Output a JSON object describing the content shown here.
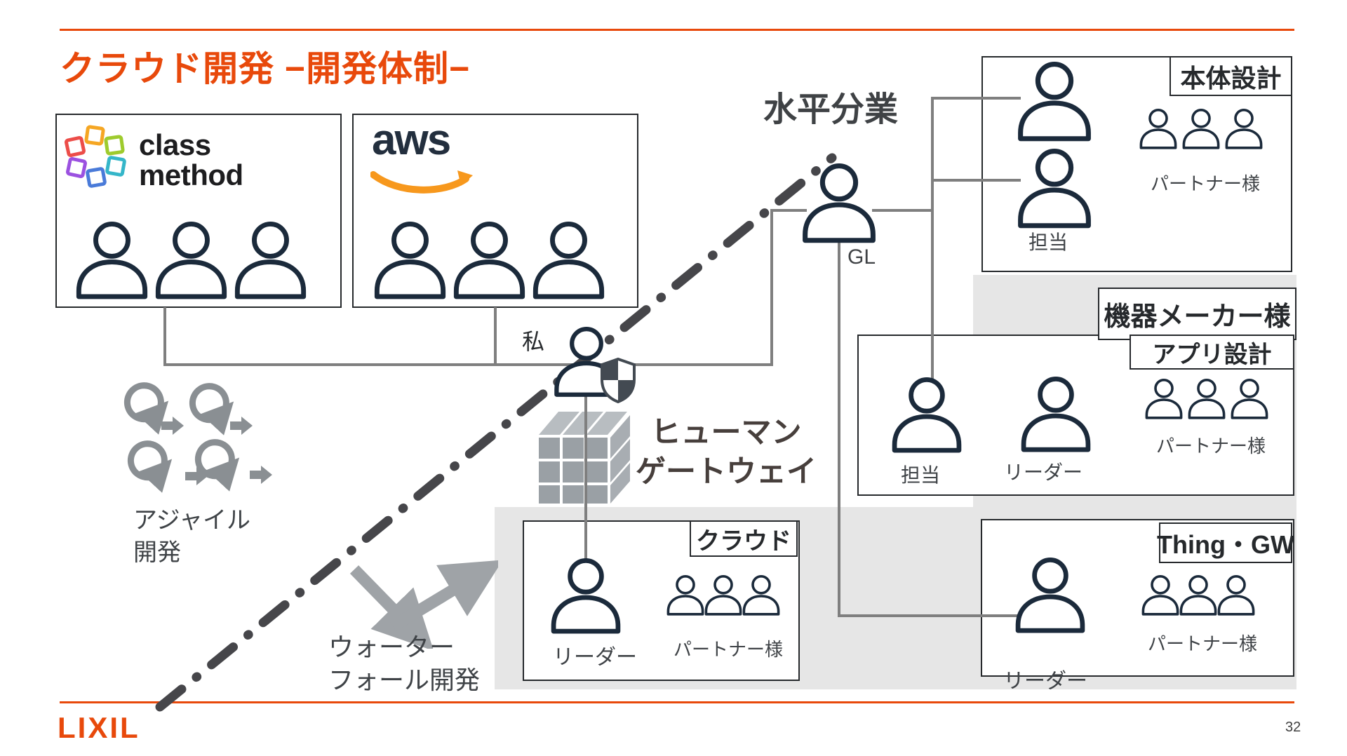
{
  "slide": {
    "title": "クラウド開発 −開発体制−",
    "page_number": "32",
    "brand": "LIXIL"
  },
  "colors": {
    "accent": "#E8490B",
    "person_outline": "#1B2A3B",
    "connector": "#7F7F7F",
    "band": "#E6E6E6",
    "dashed_line": "#46464A",
    "aws_smile": "#F7981D",
    "text_dark": "#3F4347",
    "human_gateway_text": "#473F3C"
  },
  "annotations": {
    "horizontal_division": "水平分業",
    "me": "私",
    "group_leader": "GL",
    "human_gateway": [
      "ヒューマン",
      "ゲートウェイ"
    ],
    "agile": [
      "アジャイル",
      "開発"
    ],
    "waterfall": [
      "ウォーター",
      "フォール開発"
    ]
  },
  "partner_boxes": {
    "classmethod": {
      "logo_line1": "class",
      "logo_line2": "method"
    },
    "aws": {
      "logo": "aws"
    }
  },
  "org_boxes": {
    "hontai_sekkei": {
      "title": "本体設計",
      "member_label": "担当",
      "partner_label": "パートナー様"
    },
    "kiki_maker": {
      "title": "機器メーカー様"
    },
    "appli_sekkei": {
      "title": "アプリ設計",
      "member_label": "担当",
      "leader_label": "リーダー",
      "partner_label": "パートナー様"
    },
    "cloud": {
      "title": "クラウド",
      "leader_label": "リーダー",
      "partner_label": "パートナー様"
    },
    "thing_gw": {
      "title": "Thing・GW",
      "leader_label": "リーダー",
      "partner_label": "パートナー様"
    }
  }
}
